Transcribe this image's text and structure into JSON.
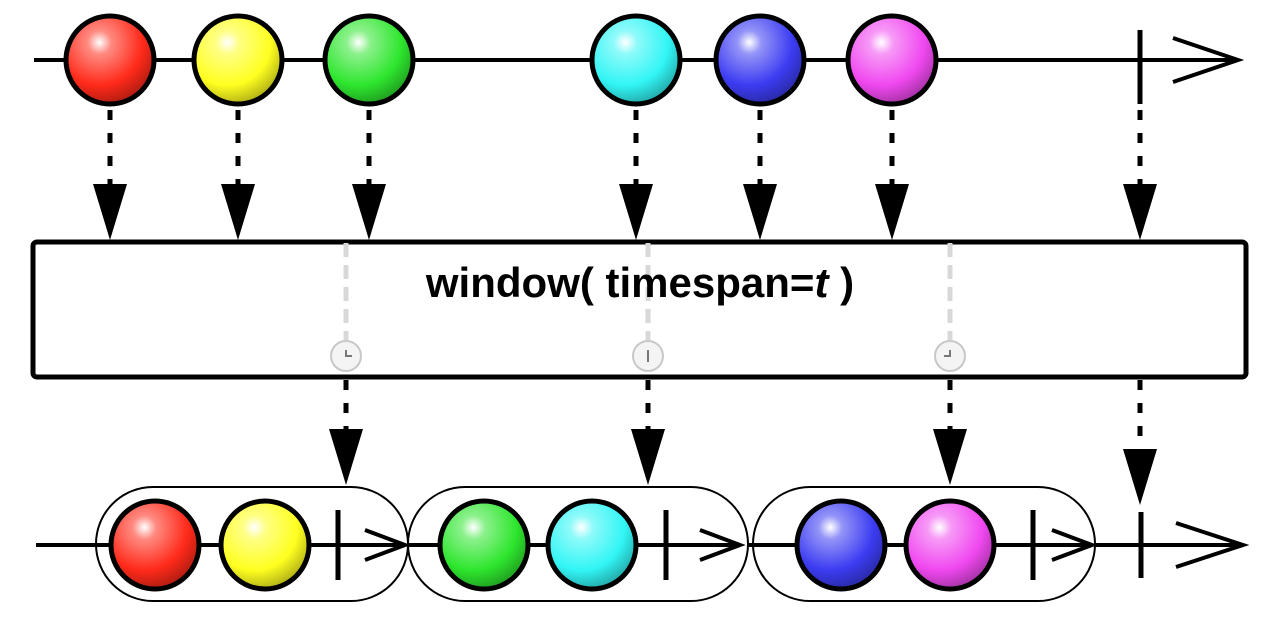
{
  "operator": {
    "name": "window(",
    "arg_name": "timespan=",
    "arg_value": "t",
    "close": " )"
  },
  "colors": {
    "line": "#000000",
    "box_fill": "#ffffff",
    "clock": "#c8c8c8",
    "red": "#ff2a1a",
    "yellow": "#ffff20",
    "green": "#2ee62e",
    "cyan": "#32f5f5",
    "blue": "#3c3cf2",
    "magenta": "#f048f0"
  },
  "input_stream": {
    "marbles": [
      {
        "color": "red",
        "icon": "red-marble"
      },
      {
        "color": "yellow",
        "icon": "yellow-marble"
      },
      {
        "color": "green",
        "icon": "green-marble"
      },
      {
        "color": "cyan",
        "icon": "cyan-marble"
      },
      {
        "color": "blue",
        "icon": "blue-marble"
      },
      {
        "color": "magenta",
        "icon": "magenta-marble"
      }
    ],
    "completes": true
  },
  "timer_ticks": [
    {
      "icon": "clock-icon"
    },
    {
      "icon": "clock-icon"
    },
    {
      "icon": "clock-icon"
    }
  ],
  "output_windows": [
    {
      "marbles": [
        "red",
        "yellow"
      ],
      "completes": true
    },
    {
      "marbles": [
        "green",
        "cyan"
      ],
      "completes": true
    },
    {
      "marbles": [
        "blue",
        "magenta"
      ],
      "completes": true
    }
  ],
  "output_completes": true
}
